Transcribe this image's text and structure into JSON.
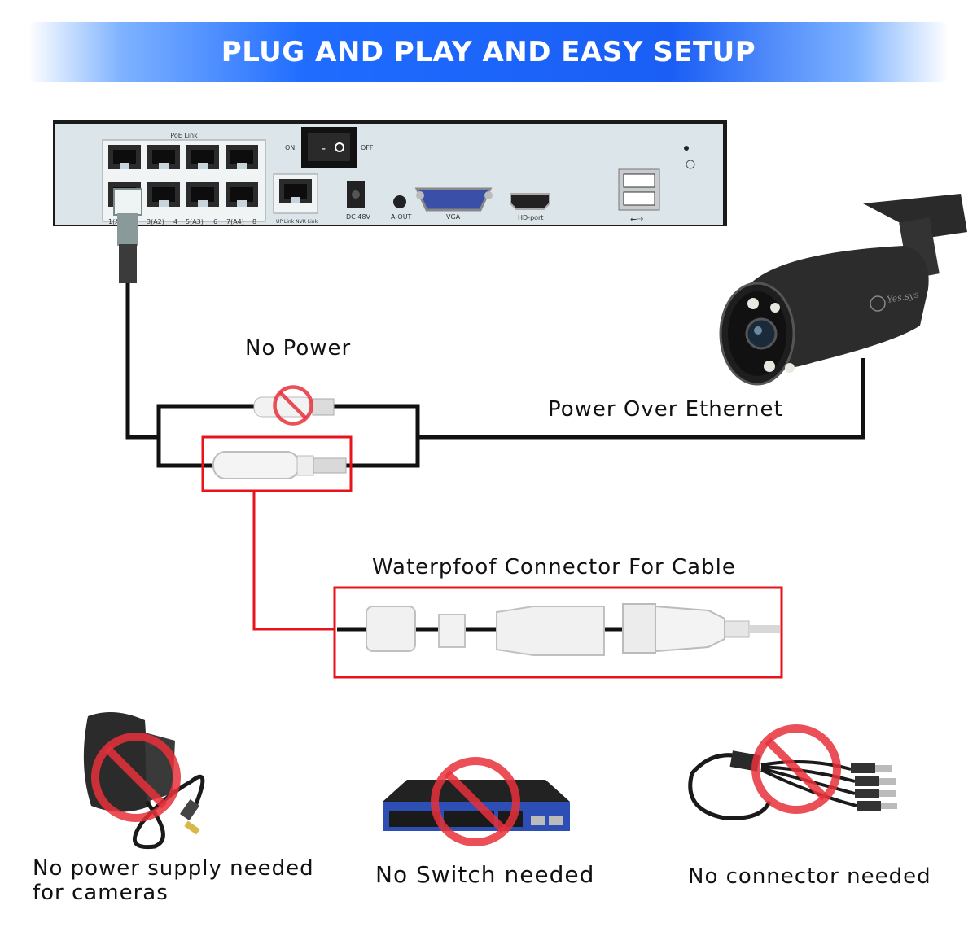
{
  "header": {
    "title": "PLUG AND PLAY AND EASY SETUP"
  },
  "nvr": {
    "poe_link": "PoE Link",
    "switch_on": "ON",
    "switch_off": "OFF",
    "port_labels": [
      "1(A",
      "3(A2)",
      "4",
      "5(A3)",
      "6",
      "7(A4)",
      "8"
    ],
    "uplink": "UP Link  NVR Link",
    "dc": "DC 48V",
    "aout": "A-OUT",
    "vga": "VGA",
    "hdmi": "HD-port"
  },
  "camera": {
    "brand": "Yes.sys"
  },
  "labels": {
    "no_power": "No Power",
    "poe": "Power Over Ethernet",
    "waterproof": "Waterpfoof Connector For Cable",
    "no_psu_line1": "No power supply needed",
    "no_psu_line2": "for cameras",
    "no_switch": "No Switch needed",
    "no_connector": "No connector needed"
  },
  "colors": {
    "accent_blue": "#1a5ef5",
    "prohibit_red": "#e8303a",
    "highlight_red": "#e8131b"
  }
}
